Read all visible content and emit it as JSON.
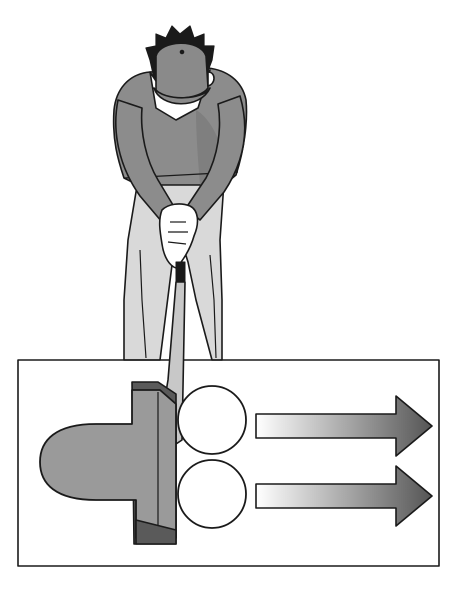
{
  "illustration": {
    "subject": "golfer-putting-stance",
    "inset": "putter-head-contact-two-balls",
    "arrows": 2
  },
  "colors": {
    "outline": "#1a1a1a",
    "sweater": "#8c8c8c",
    "sweater_shadow": "#6f6f6f",
    "skin": "#ffffff",
    "hair": "#1a1a1a",
    "cap": "#8a8a8a",
    "trousers": "#d9d9d9",
    "putter_head": "#9a9a9a",
    "putter_dark": "#5a5a5a",
    "shaft": "#c8c8c8",
    "ball": "#ffffff",
    "arrow_dark": "#555555",
    "arrow_light": "#ffffff"
  }
}
